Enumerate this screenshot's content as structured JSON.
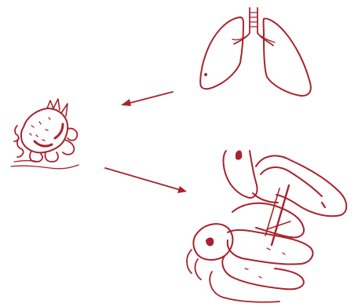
{
  "illustration": {
    "subject": "",
    "ink_color": "#a8232d",
    "background": "#ffffff",
    "elements": [
      {
        "id": "lungs",
        "icon": "lungs-icon"
      },
      {
        "id": "tumor-mass",
        "icon": "tumor-icon"
      },
      {
        "id": "organ-cluster",
        "icon": "intestine-loops-icon"
      }
    ],
    "arrows": [
      {
        "from": "lungs",
        "to": "tumor-mass"
      },
      {
        "from": "tumor-mass",
        "to": "organ-cluster"
      }
    ]
  }
}
